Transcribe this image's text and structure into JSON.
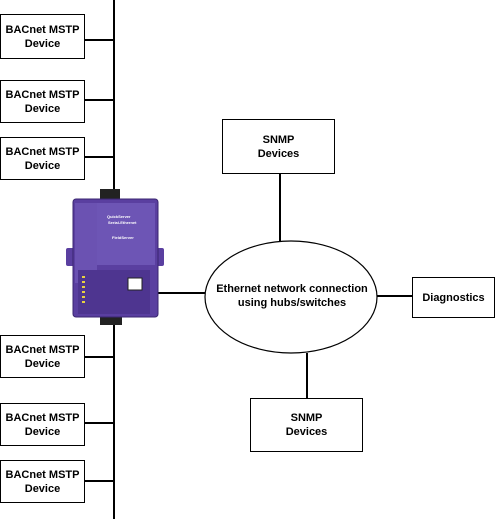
{
  "bacnet_devices": [
    {
      "line1": "BACnet MSTP",
      "line2": "Device"
    },
    {
      "line1": "BACnet MSTP",
      "line2": "Device"
    },
    {
      "line1": "BACnet MSTP",
      "line2": "Device"
    },
    {
      "line1": "BACnet MSTP",
      "line2": "Device"
    },
    {
      "line1": "BACnet MSTP",
      "line2": "Device"
    },
    {
      "line1": "BACnet MSTP",
      "line2": "Device"
    }
  ],
  "snmp_top": {
    "line1": "SNMP",
    "line2": "Devices"
  },
  "snmp_bottom": {
    "line1": "SNMP",
    "line2": "Devices"
  },
  "diagnostics": {
    "label": "Diagnostics"
  },
  "network": {
    "line1": "Ethernet network connection",
    "line2": "using hubs/switches"
  },
  "gateway": {
    "product": "QuickServer",
    "subtitle": "Serial-Ethernet",
    "brand": "FieldServer",
    "body_color": "#5a3fa0"
  }
}
